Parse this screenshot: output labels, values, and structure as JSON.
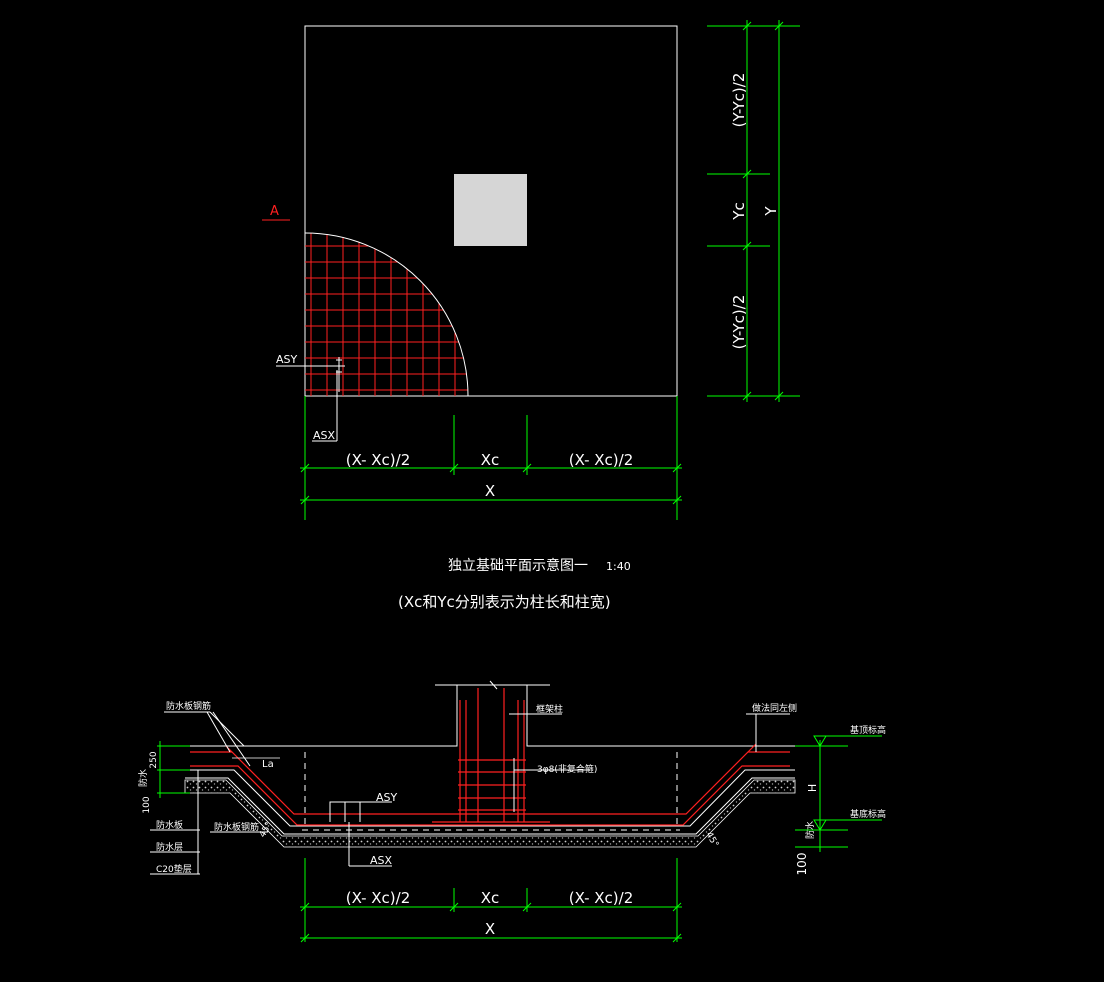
{
  "plan": {
    "section_marker": "A",
    "asy_label": "ASY",
    "asx_label": "ASX",
    "dims_x": {
      "left": "(X- Xc)/2",
      "middle": "Xc",
      "right": "(X- Xc)/2",
      "total": "X"
    },
    "dims_y": {
      "top": "(Y-Yc)/2",
      "middle": "Yc",
      "bottom": "(Y-Yc)/2",
      "total": "Y"
    }
  },
  "titles": {
    "main": "独立基础平面示意图一",
    "scale": "1:40",
    "note": "(Xc和Yc分别表示为柱长和柱宽)"
  },
  "section": {
    "labels": {
      "waterproof_rebar": "防水板钢筋",
      "frame_column": "框架柱",
      "same_as_left": "做法同左侧",
      "top_elev": "基顶标高",
      "bottom_elev": "基底标高",
      "la": "La",
      "stirrups": "3φ8(非复合箍)",
      "asy": "ASY",
      "asx": "ASX",
      "h": "H",
      "waterproof_h": "防水",
      "thk_250": "250",
      "thk_100": "100",
      "fs_board": "防水板",
      "fs_layer": "防水层",
      "c20": "C20垫层",
      "fs_plate_rebar": "防水板钢筋",
      "right_100": "100",
      "right_fs": "防水",
      "deg45_left": "45°",
      "deg45_right": "45°"
    },
    "dims_x": {
      "left": "(X- Xc)/2",
      "middle": "Xc",
      "right": "(X- Xc)/2",
      "total": "X"
    }
  },
  "colors": {
    "background": "#000000",
    "outline": "#ffffff",
    "dimension": "#00ff00",
    "rebar": "#ff2020",
    "column_fill": "#d6d6d6",
    "hatch": "#bfbfbf"
  }
}
